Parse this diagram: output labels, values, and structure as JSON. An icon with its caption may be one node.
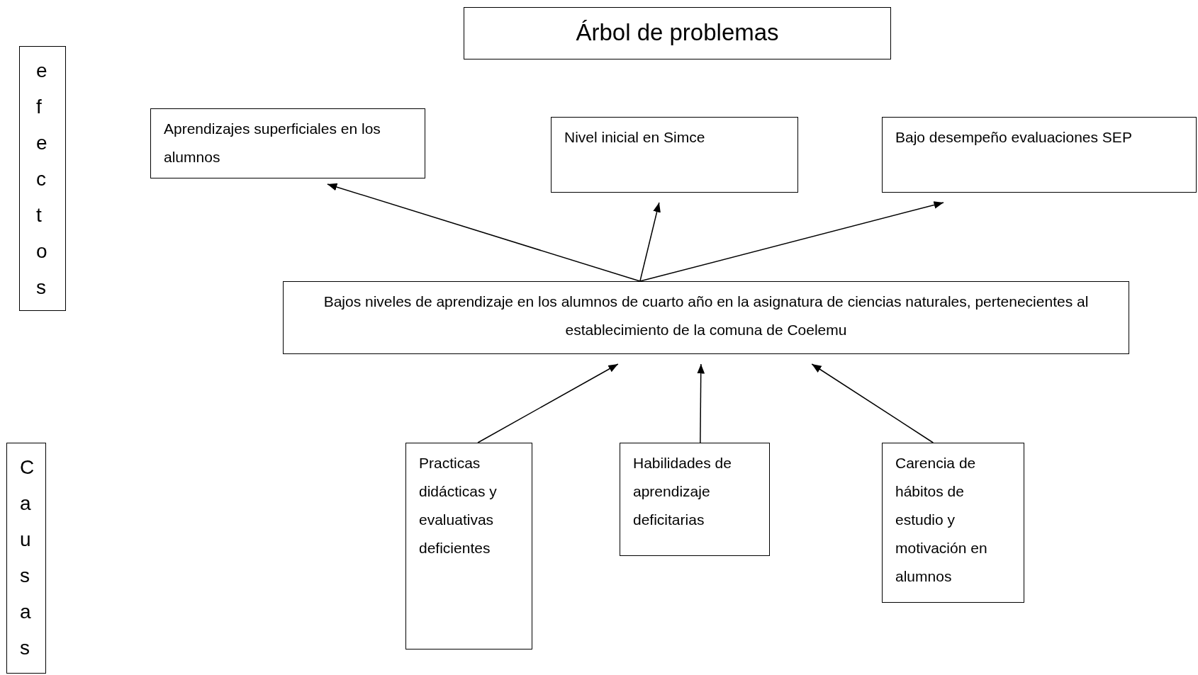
{
  "diagram": {
    "title": "Árbol de problemas",
    "nodes": [
      {
        "text": [
          "efectos"
        ]
      },
      {
        "text": [
          "Aprendizajes superficiales en los alumnos"
        ]
      },
      {
        "text": [
          "Nivel inicial en Simce"
        ]
      },
      {
        "text": [
          "Bajo desempeño evaluaciones SEP"
        ]
      },
      {
        "text": [
          "Bajos niveles de aprendizaje en los alumnos de cuarto año en la asignatura de ciencias naturales, pertenecientes al establecimiento de la comuna de Coelemu"
        ]
      },
      {
        "text": [
          "Causas"
        ]
      },
      {
        "text": [
          "Practicas didácticas y evaluativas deficientes"
        ]
      },
      {
        "text": [
          "Habilidades de aprendizaje deficitarias"
        ]
      },
      {
        "text": [
          "Carencia de hábitos de estudio y motivación en alumnos"
        ]
      }
    ],
    "edges": [
      {
        "from": 4,
        "to": 1,
        "arrow": "to"
      },
      {
        "from": 4,
        "to": 2,
        "arrow": "to"
      },
      {
        "from": 4,
        "to": 3,
        "arrow": "to"
      },
      {
        "from": 6,
        "to": 4,
        "arrow": "to"
      },
      {
        "from": 7,
        "to": 4,
        "arrow": "to"
      },
      {
        "from": 8,
        "to": 4,
        "arrow": "to"
      }
    ]
  }
}
